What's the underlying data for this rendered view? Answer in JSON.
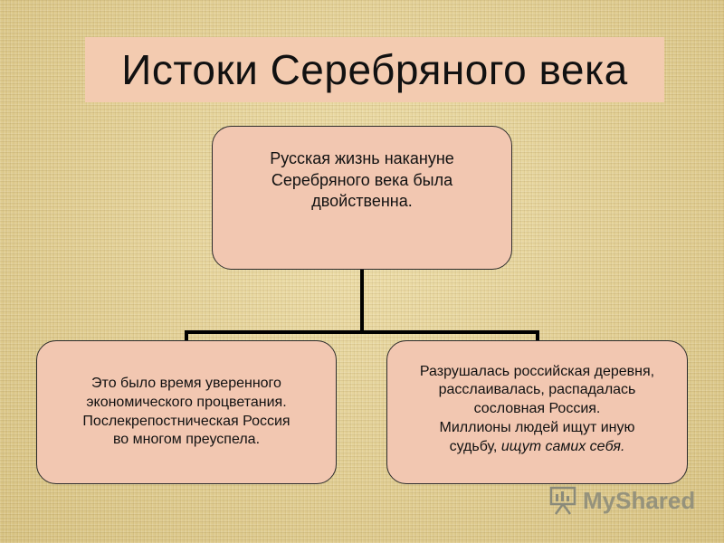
{
  "slide": {
    "title": "Истоки Серебряного века"
  },
  "diagram": {
    "root": {
      "line1": "Русская жизнь накануне",
      "line2": "Серебряного века была",
      "line3": "двойственна."
    },
    "left": {
      "line1": "Это было время уверенного",
      "line2": "экономического процветания.",
      "line3": "Послекрепостническая Россия",
      "line4": "во многом преуспела."
    },
    "right": {
      "line1": "Разрушалась российская деревня,",
      "line2": "расслаивалась, распадалась",
      "line3": "сословная Россия.",
      "line4": "Миллионы людей ищут иную",
      "line5_prefix": "судьбу, ",
      "line5_italic": "ищут самих себя."
    }
  },
  "watermark": {
    "icon": "presentation-board-icon",
    "text": "MyShared"
  }
}
